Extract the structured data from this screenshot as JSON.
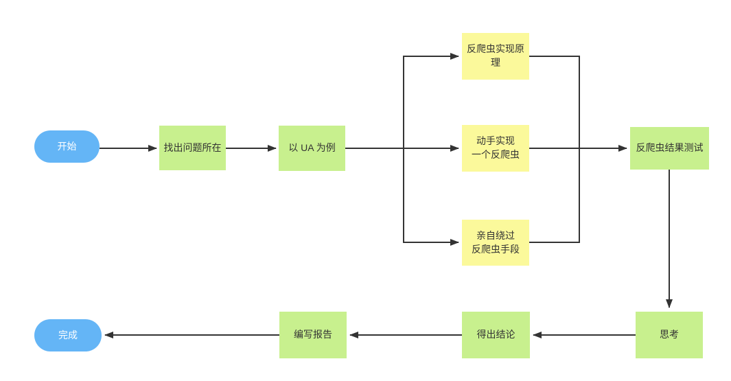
{
  "diagram": {
    "title": "anti-spider workflow flowchart",
    "nodes": {
      "start": {
        "label": "开始",
        "type": "terminator"
      },
      "find": {
        "label": "找出问题所在",
        "type": "process"
      },
      "ua": {
        "label": "以 UA 为例",
        "type": "process"
      },
      "principle": {
        "label": "反爬虫实现原\n理",
        "type": "subtopic"
      },
      "build": {
        "label": "动手实现\n一个反爬虫",
        "type": "subtopic"
      },
      "bypass": {
        "label": "亲自绕过\n反爬虫手段",
        "type": "subtopic"
      },
      "test": {
        "label": "反爬虫结果测试",
        "type": "process"
      },
      "think": {
        "label": "思考",
        "type": "process"
      },
      "conclude": {
        "label": "得出结论",
        "type": "process"
      },
      "report": {
        "label": "编写报告",
        "type": "process"
      },
      "done": {
        "label": "完成",
        "type": "terminator"
      }
    },
    "edges": [
      {
        "from": "start",
        "to": "find"
      },
      {
        "from": "find",
        "to": "ua"
      },
      {
        "from": "ua",
        "to": "principle"
      },
      {
        "from": "ua",
        "to": "build"
      },
      {
        "from": "ua",
        "to": "bypass"
      },
      {
        "from": "principle",
        "to": "test"
      },
      {
        "from": "build",
        "to": "test"
      },
      {
        "from": "bypass",
        "to": "test"
      },
      {
        "from": "test",
        "to": "think"
      },
      {
        "from": "think",
        "to": "conclude"
      },
      {
        "from": "conclude",
        "to": "report"
      },
      {
        "from": "report",
        "to": "done"
      }
    ],
    "colors": {
      "terminator-fill": "#64b5f6",
      "terminator-text": "#ffffff",
      "process-fill": "#c8f08e",
      "subtopic-fill": "#fbf99b",
      "line-color": "#333333",
      "text-color": "#333333",
      "background": "#ffffff"
    }
  }
}
